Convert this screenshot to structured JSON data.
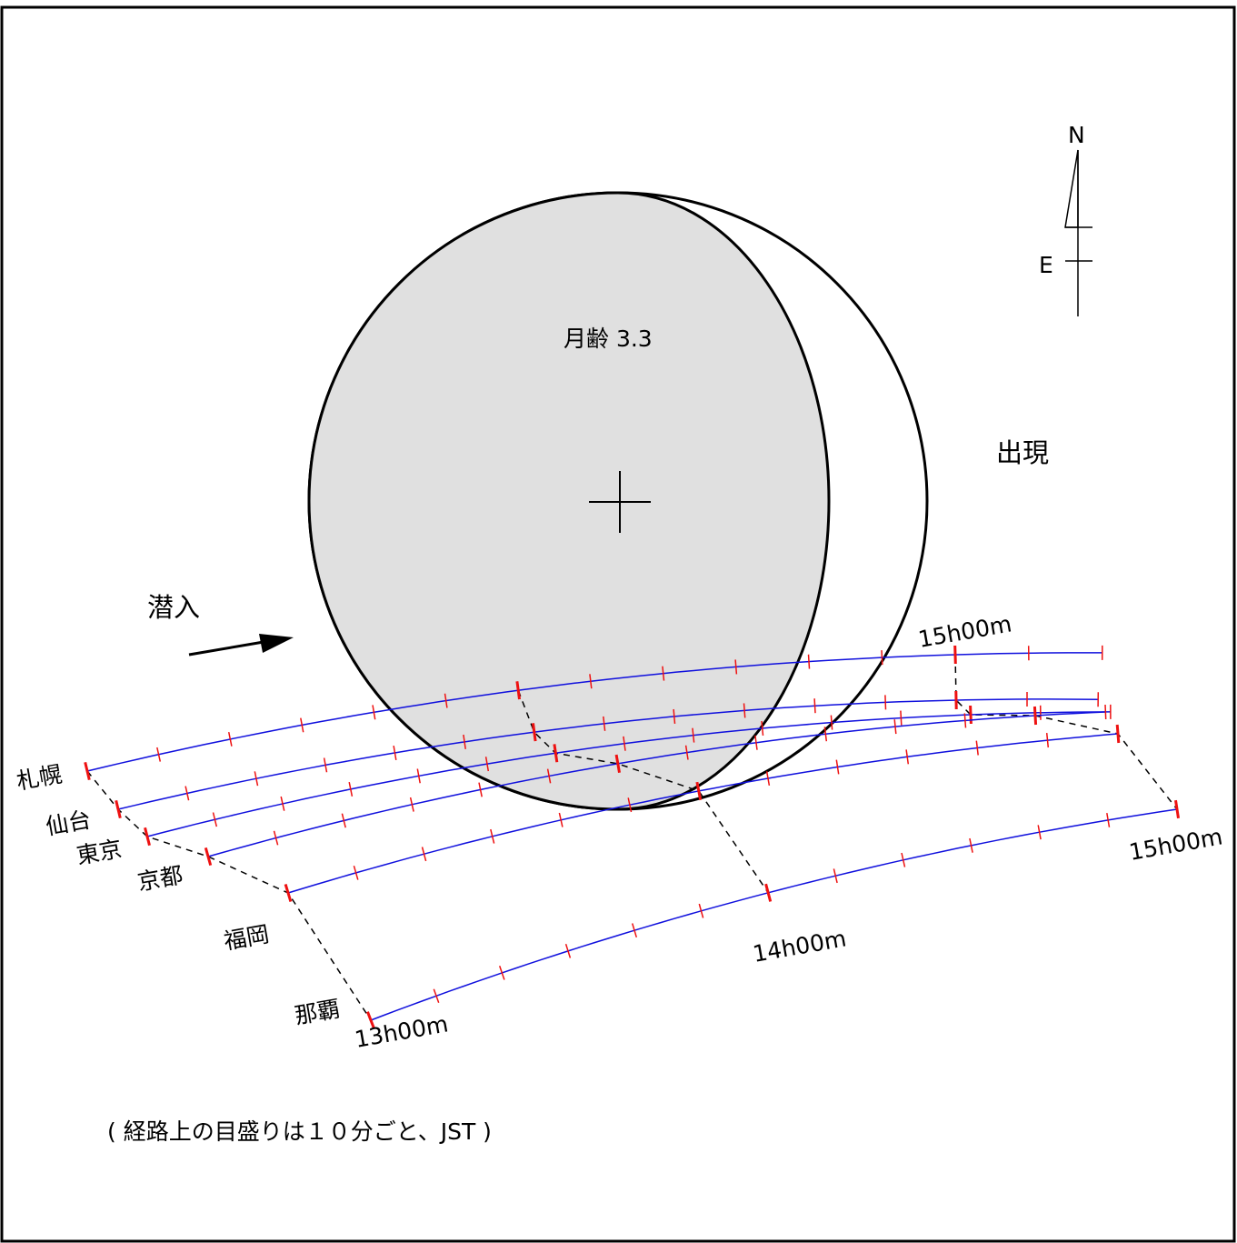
{
  "moon": {
    "label": "月齢 3.3"
  },
  "labels": {
    "immersion": "潜入",
    "emersion": "出現"
  },
  "compass": {
    "north": "N",
    "east": "E"
  },
  "note": "( 経路上の目盛りは１０分ごと、JST )",
  "cities": [
    {
      "id": "sapporo",
      "name": "札幌"
    },
    {
      "id": "sendai",
      "name": "仙台"
    },
    {
      "id": "tokyo",
      "name": "東京"
    },
    {
      "id": "kyoto",
      "name": "京都"
    },
    {
      "id": "fukuoka",
      "name": "福岡"
    },
    {
      "id": "naha",
      "name": "那覇"
    }
  ],
  "time_labels": {
    "naha_start": "13h00m",
    "naha_1400": "14h00m",
    "naha_1500": "15h00m",
    "sapporo_1500": "15h00m"
  },
  "tick_interval_minutes": 10,
  "colors": {
    "path": "#1010dd",
    "tick": "#ee1111",
    "moon_shadow": "#e0e0e0",
    "outline": "#000000"
  }
}
